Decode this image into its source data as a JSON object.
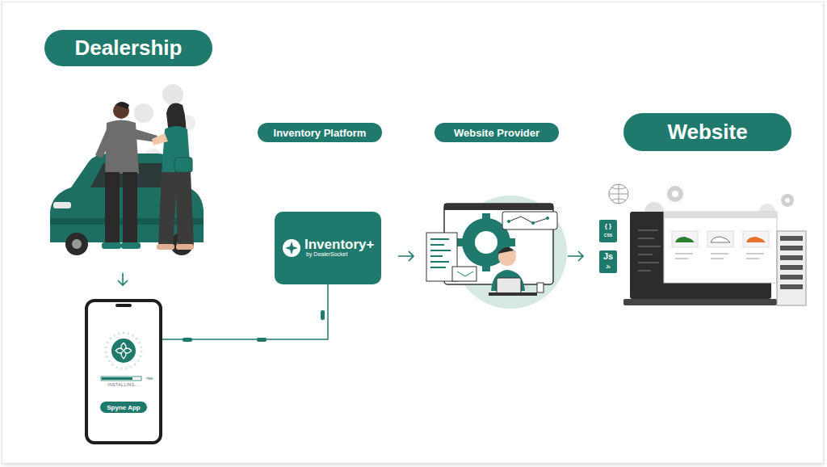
{
  "diagram": {
    "nodes": [
      {
        "text": [
          "Dealership"
        ]
      },
      {
        "text": [
          "Inventory Platform"
        ]
      },
      {
        "text": [
          "Website Provider"
        ]
      },
      {
        "text": [
          "Website"
        ]
      },
      {
        "text": [
          "INSTALLING..."
        ]
      },
      {
        "text": [
          "Spyne App"
        ],
        "in": 4
      },
      {
        "text": [
          "Inventory+",
          "by DealerSocket"
        ]
      }
    ],
    "edges": [
      {
        "from": 4,
        "to": 6,
        "arrow": "none"
      }
    ],
    "labels": [
      "75%",
      "{ }",
      "CSS",
      "Js",
      "Js"
    ]
  }
}
